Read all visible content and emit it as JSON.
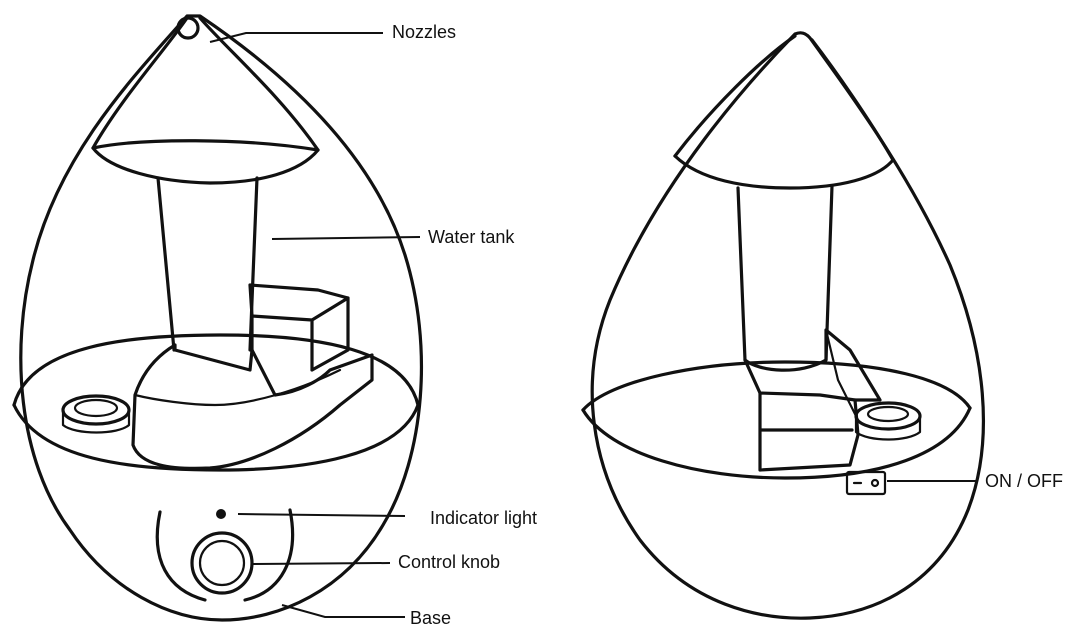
{
  "labels": {
    "nozzles": "Nozzles",
    "water_tank": "Water tank",
    "indicator_light": "Indicator light",
    "control_knob": "Control knob",
    "base": "Base",
    "on_off": "ON / OFF"
  },
  "colors": {
    "ink": "#111111",
    "background": "#ffffff"
  }
}
